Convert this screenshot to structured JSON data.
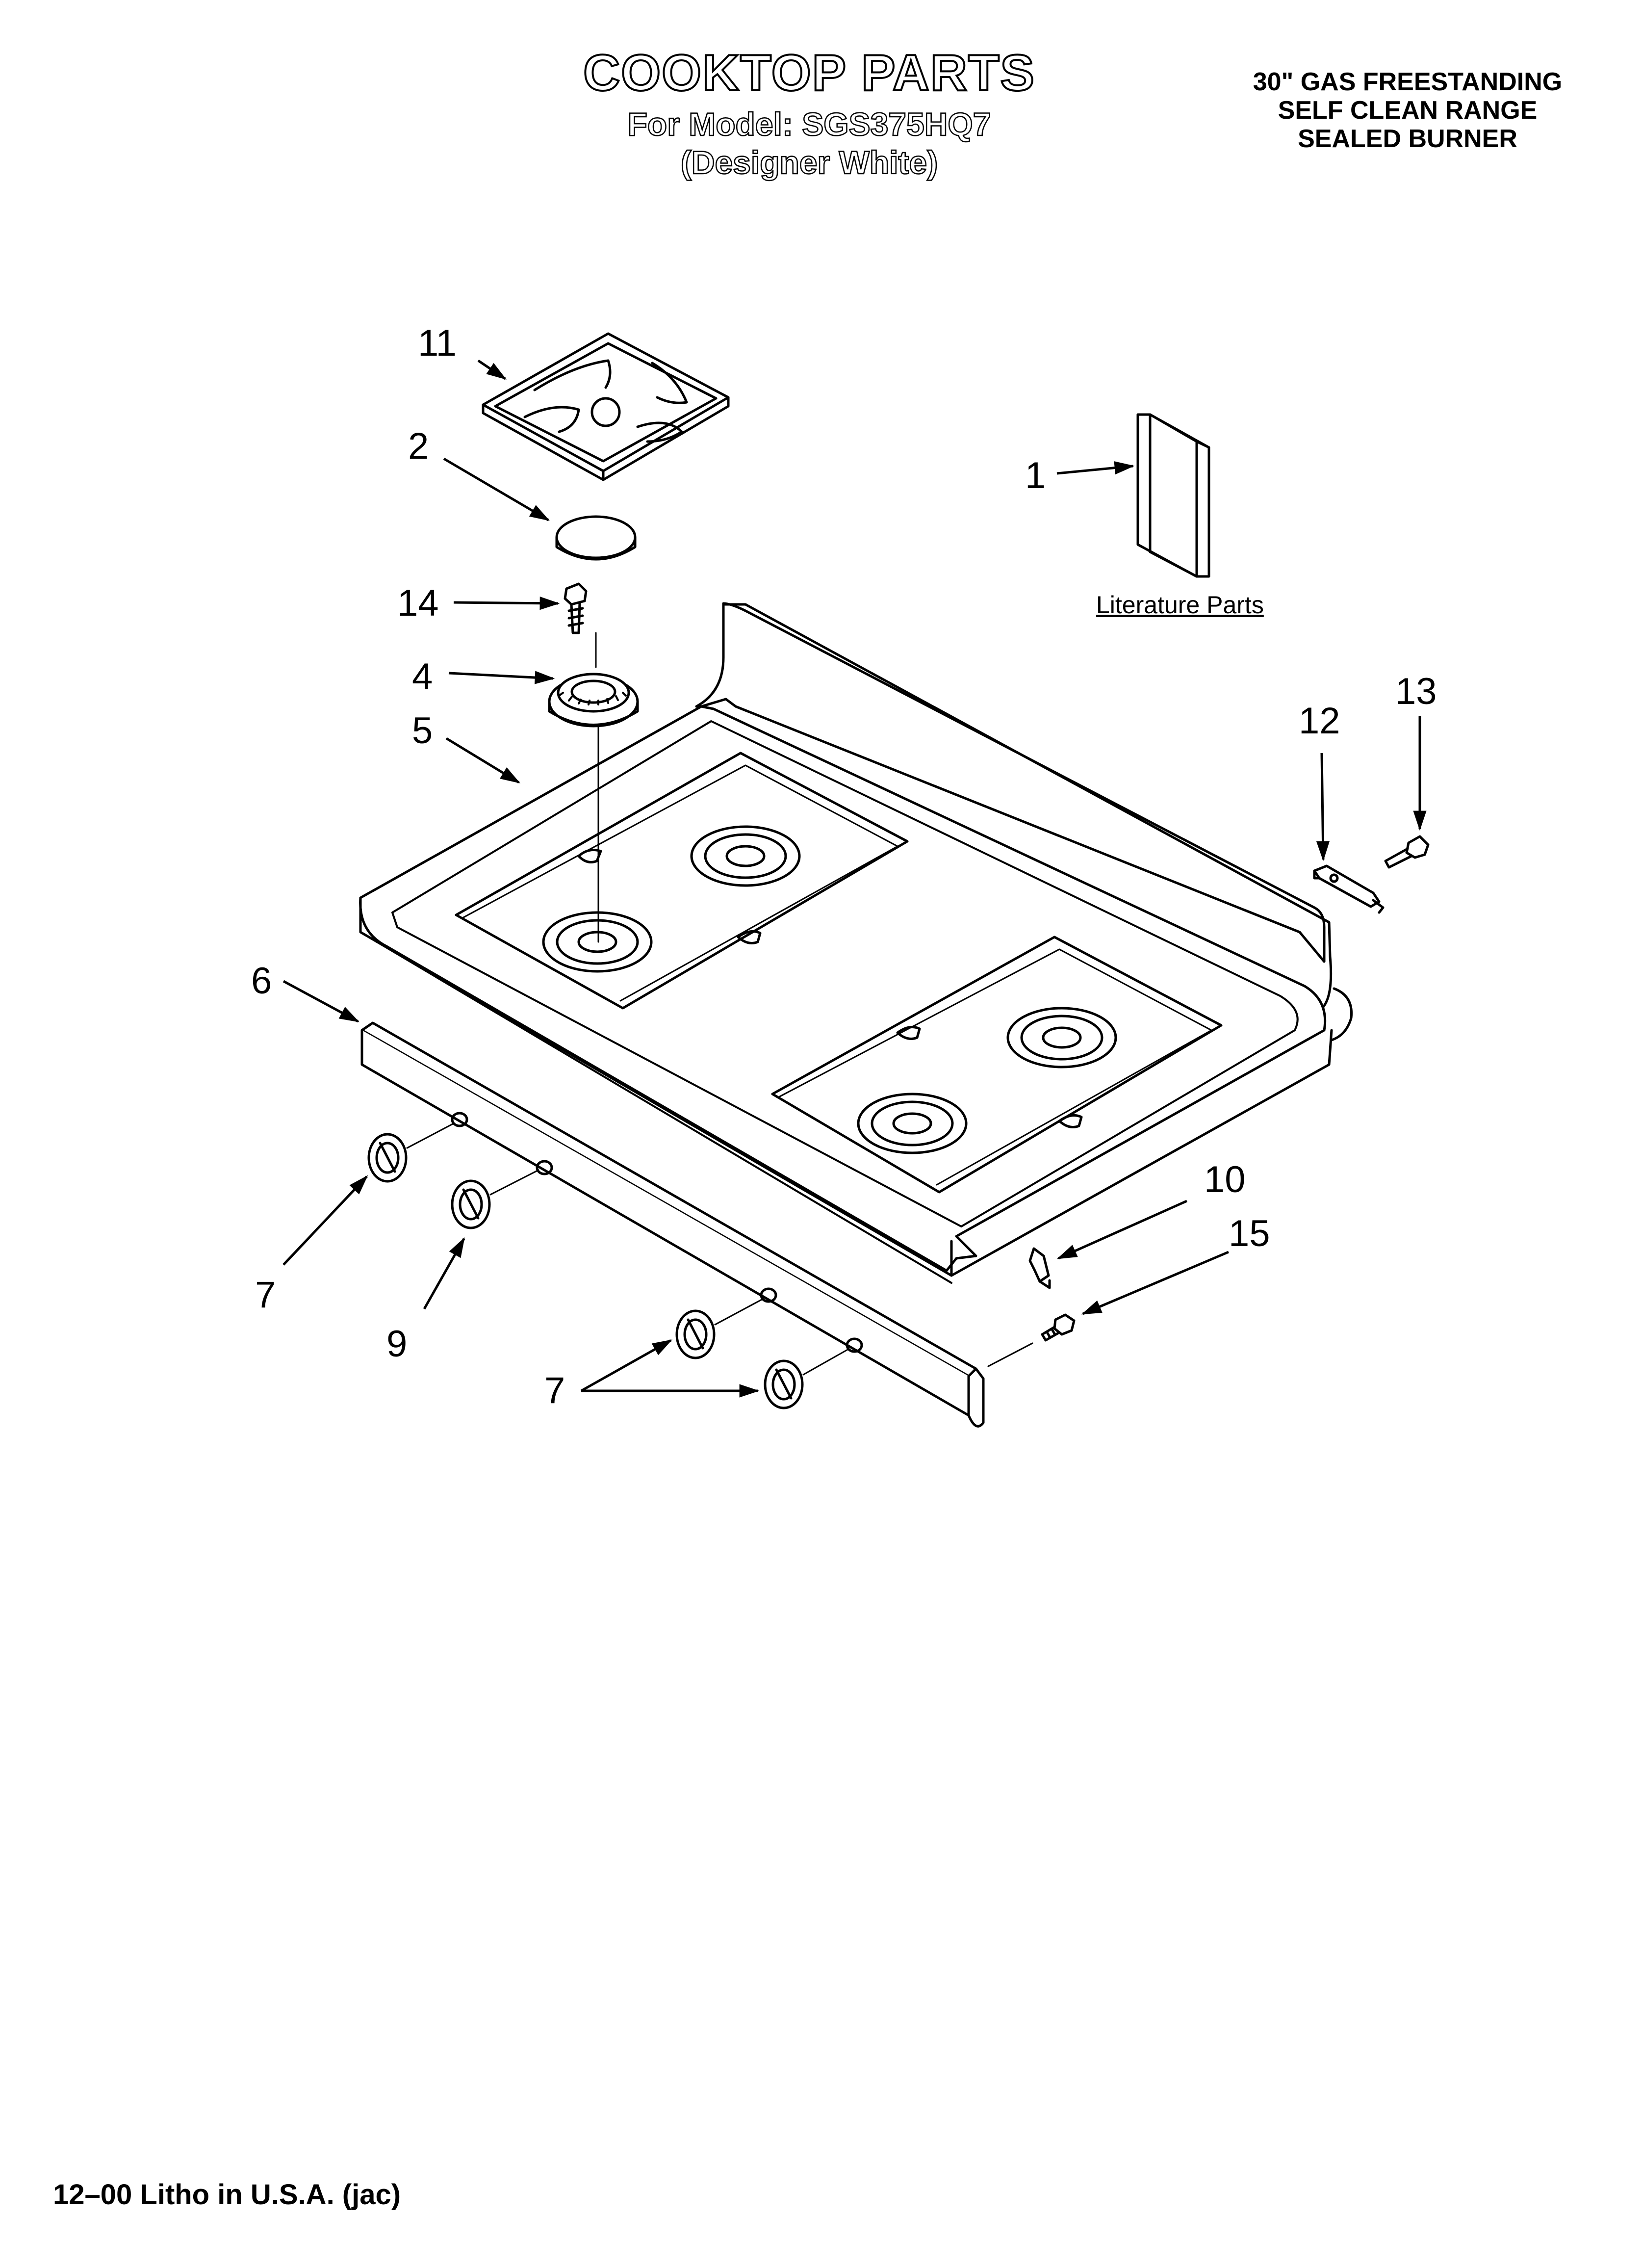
{
  "header": {
    "title": "COOKTOP PARTS",
    "model_line": "For Model: SGS375HQ7",
    "variant_line": "(Designer White)",
    "spec_lines": [
      "30\" GAS FREESTANDING",
      "SELF CLEAN RANGE",
      "SEALED BURNER"
    ]
  },
  "diagram": {
    "literature_label": "Literature Parts",
    "callouts": {
      "c1": "1",
      "c2": "2",
      "c4": "4",
      "c5": "5",
      "c6": "6",
      "c7a": "7",
      "c7b": "7",
      "c9": "9",
      "c10": "10",
      "c11": "11",
      "c12": "12",
      "c13": "13",
      "c14": "14",
      "c15": "15"
    }
  },
  "footer": {
    "litho": "12–00 Litho in U.S.A. (jac)"
  }
}
